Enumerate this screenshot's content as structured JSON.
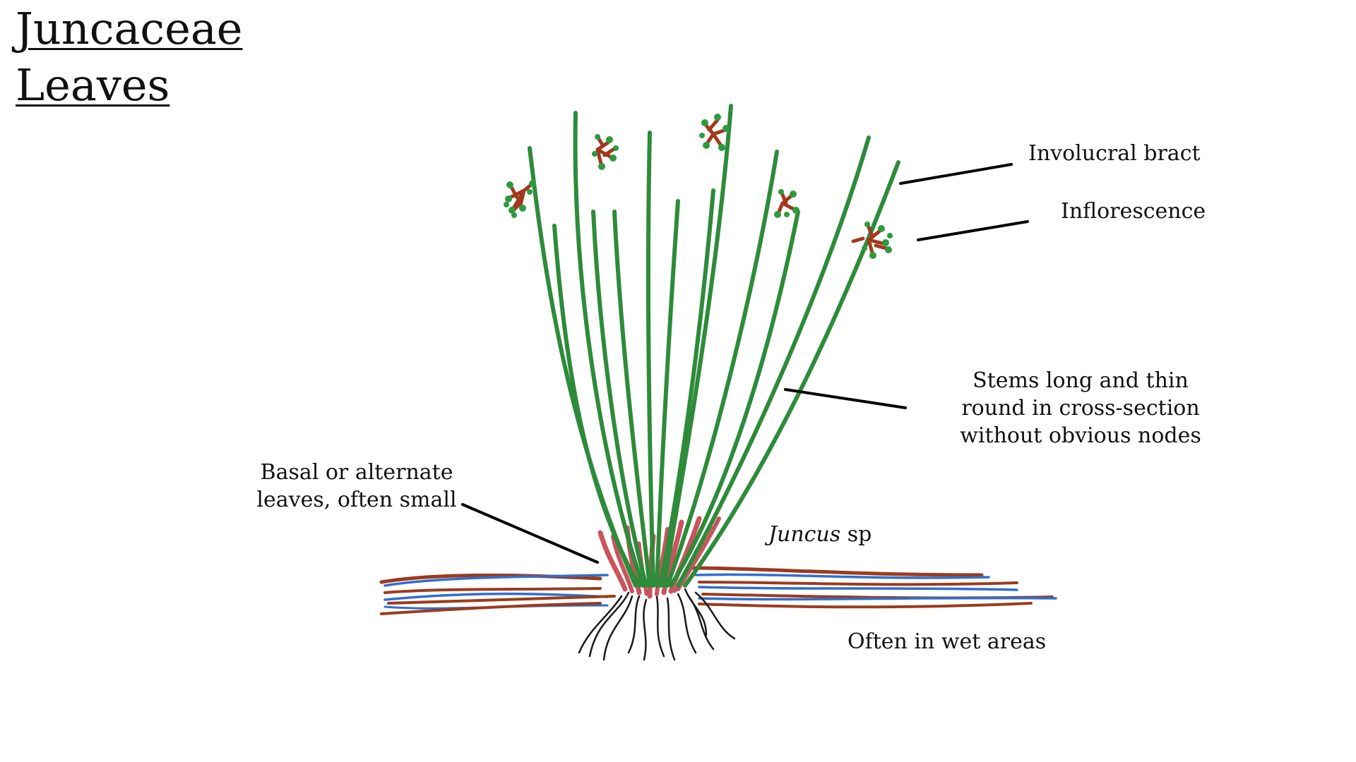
{
  "title": {
    "line1": "Juncaceae",
    "line2": "Leaves"
  },
  "labels": {
    "involucral_bract": "Involucral bract",
    "inflorescence": "Inflorescence",
    "stems": [
      "Stems long and thin",
      "round in cross-section",
      "without obvious nodes"
    ],
    "basal_leaves": [
      "Basal or alternate",
      "leaves, often small"
    ],
    "species_genus": "Juncus",
    "species_suffix": "sp",
    "habitat": "Often in wet areas"
  },
  "colors": {
    "stem_green": "#2e8b3a",
    "inflorescence_brown": "#a0391e",
    "inflorescence_green": "#2e9a3e",
    "basal_pink": "#c9545e",
    "rhizome_brown": "#9c3b1c",
    "water_blue": "#2f6fd0",
    "roots_black": "#1a1a1a",
    "leader_line": "#000000"
  }
}
